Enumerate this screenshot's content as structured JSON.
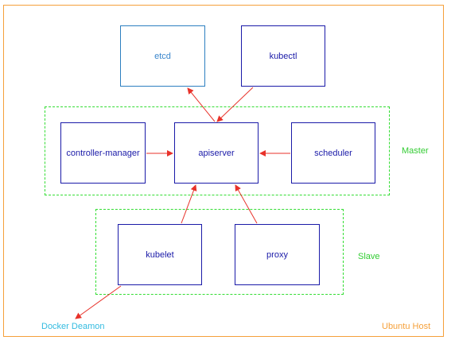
{
  "nodes": {
    "etcd": "etcd",
    "kubectl": "kubectl",
    "controller_manager": "controller-manager",
    "apiserver": "apiserver",
    "scheduler": "scheduler",
    "kubelet": "kubelet",
    "proxy": "proxy"
  },
  "groups": {
    "master": "Master",
    "slave": "Slave",
    "host": "Ubuntu Host"
  },
  "external": {
    "docker": "Docker Deamon"
  },
  "colors": {
    "host_border": "#f5a03a",
    "group_border": "#33dd33",
    "node_border": "#1a1aa8",
    "etcd_border": "#2c7fc0",
    "arrow": "#e8322a",
    "docker_text": "#33bbe0"
  },
  "edges": [
    {
      "from": "kubectl",
      "to": "apiserver"
    },
    {
      "from": "apiserver",
      "to": "etcd"
    },
    {
      "from": "controller_manager",
      "to": "apiserver"
    },
    {
      "from": "scheduler",
      "to": "apiserver"
    },
    {
      "from": "kubelet",
      "to": "apiserver"
    },
    {
      "from": "proxy",
      "to": "apiserver"
    },
    {
      "from": "kubelet",
      "to": "docker"
    }
  ]
}
